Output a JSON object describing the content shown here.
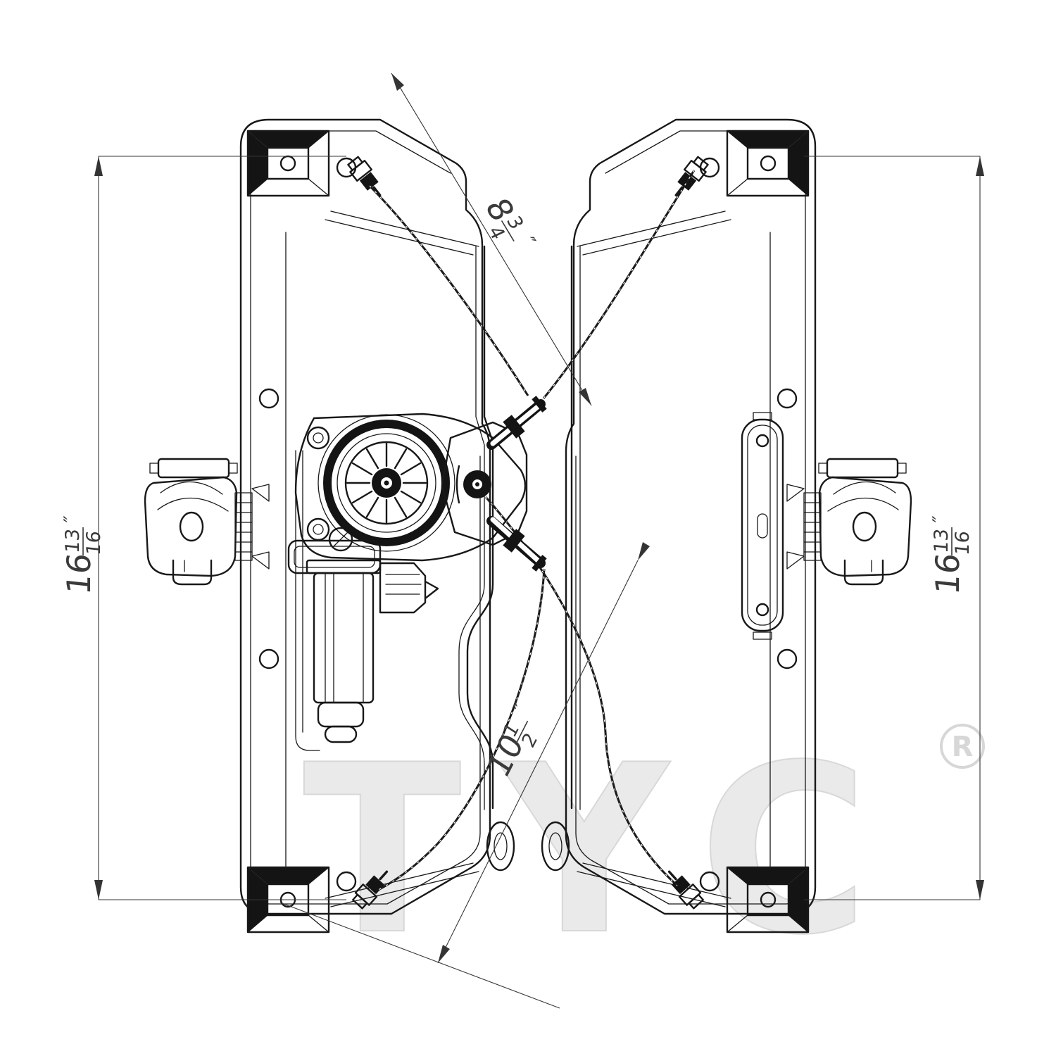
{
  "title": "window-regulator-technical-drawing",
  "dims": {
    "height_left": {
      "whole": "16",
      "numerator": "13",
      "denominator": "16",
      "unit": "″"
    },
    "height_right": {
      "whole": "16",
      "numerator": "13",
      "denominator": "16",
      "unit": "″"
    },
    "cable_upper": {
      "whole": "8",
      "numerator": "3",
      "denominator": "4",
      "unit": "″"
    },
    "cable_lower": {
      "whole": "10",
      "numerator": "1",
      "denominator": "2",
      "unit": "″"
    }
  },
  "watermark": {
    "brand": "TYC",
    "registered": "R"
  },
  "colors": {
    "line": "#181818",
    "dimension": "#3a3a3a",
    "watermark": "#eaeaea",
    "background": "#ffffff"
  }
}
